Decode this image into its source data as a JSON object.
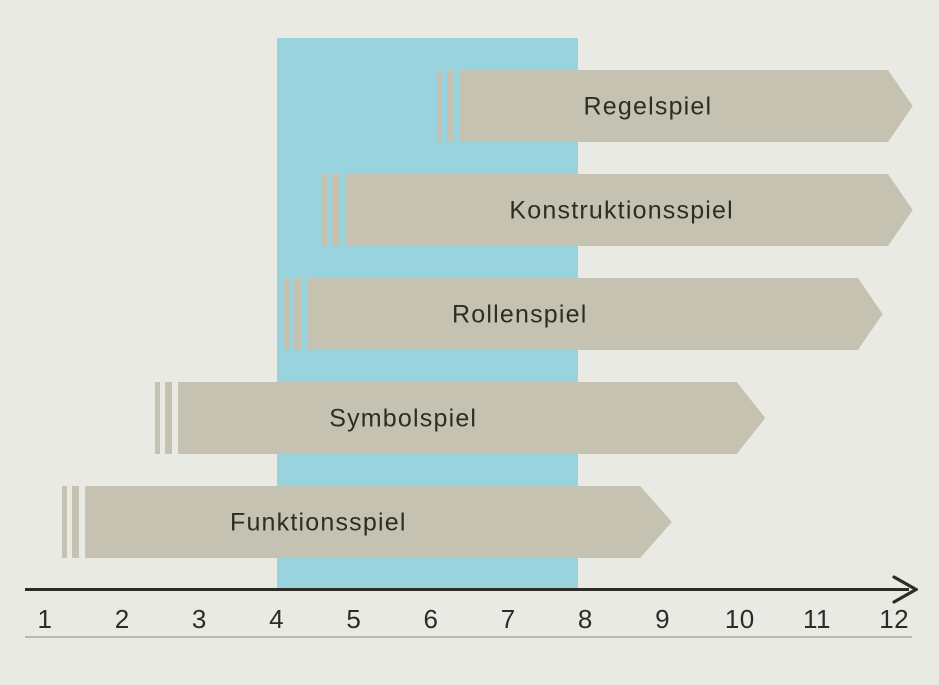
{
  "chart_data": {
    "type": "bar",
    "orientation": "horizontal-timeline",
    "title": "",
    "xlabel": "",
    "ylabel": "",
    "xlim": [
      1,
      12
    ],
    "x_ticks": [
      "1",
      "2",
      "3",
      "4",
      "5",
      "6",
      "7",
      "8",
      "9",
      "10",
      "11",
      "12"
    ],
    "grid": false,
    "legend": false,
    "highlight_band": {
      "from": 4.0,
      "to": 7.9,
      "color": "#99d3de"
    },
    "bars": [
      {
        "label": "Regelspiel",
        "fade_start": 6.1,
        "start": 6.37,
        "end": 11.92,
        "tip": 12.24,
        "label_center": 8.81
      },
      {
        "label": "Konstruktionsspiel",
        "fade_start": 4.6,
        "start": 4.89,
        "end": 11.92,
        "tip": 12.24,
        "label_center": 8.47
      },
      {
        "label": "Rollenspiel",
        "fade_start": 4.1,
        "start": 4.39,
        "end": 11.53,
        "tip": 11.85,
        "label_center": 7.15
      },
      {
        "label": "Symbolspiel",
        "fade_start": 2.4,
        "start": 2.72,
        "end": 9.96,
        "tip": 10.33,
        "label_center": 5.64
      },
      {
        "label": "Funktionsspiel",
        "fade_start": 1.2,
        "start": 1.52,
        "end": 8.71,
        "tip": 9.12,
        "label_center": 4.54
      }
    ],
    "colors": {
      "background": "#e8eae3",
      "bar": "#c6c2b1",
      "band": "#99d3de",
      "text": "#2d2c27",
      "axis": "#2d2c27",
      "underline": "#b8bbb1"
    }
  }
}
